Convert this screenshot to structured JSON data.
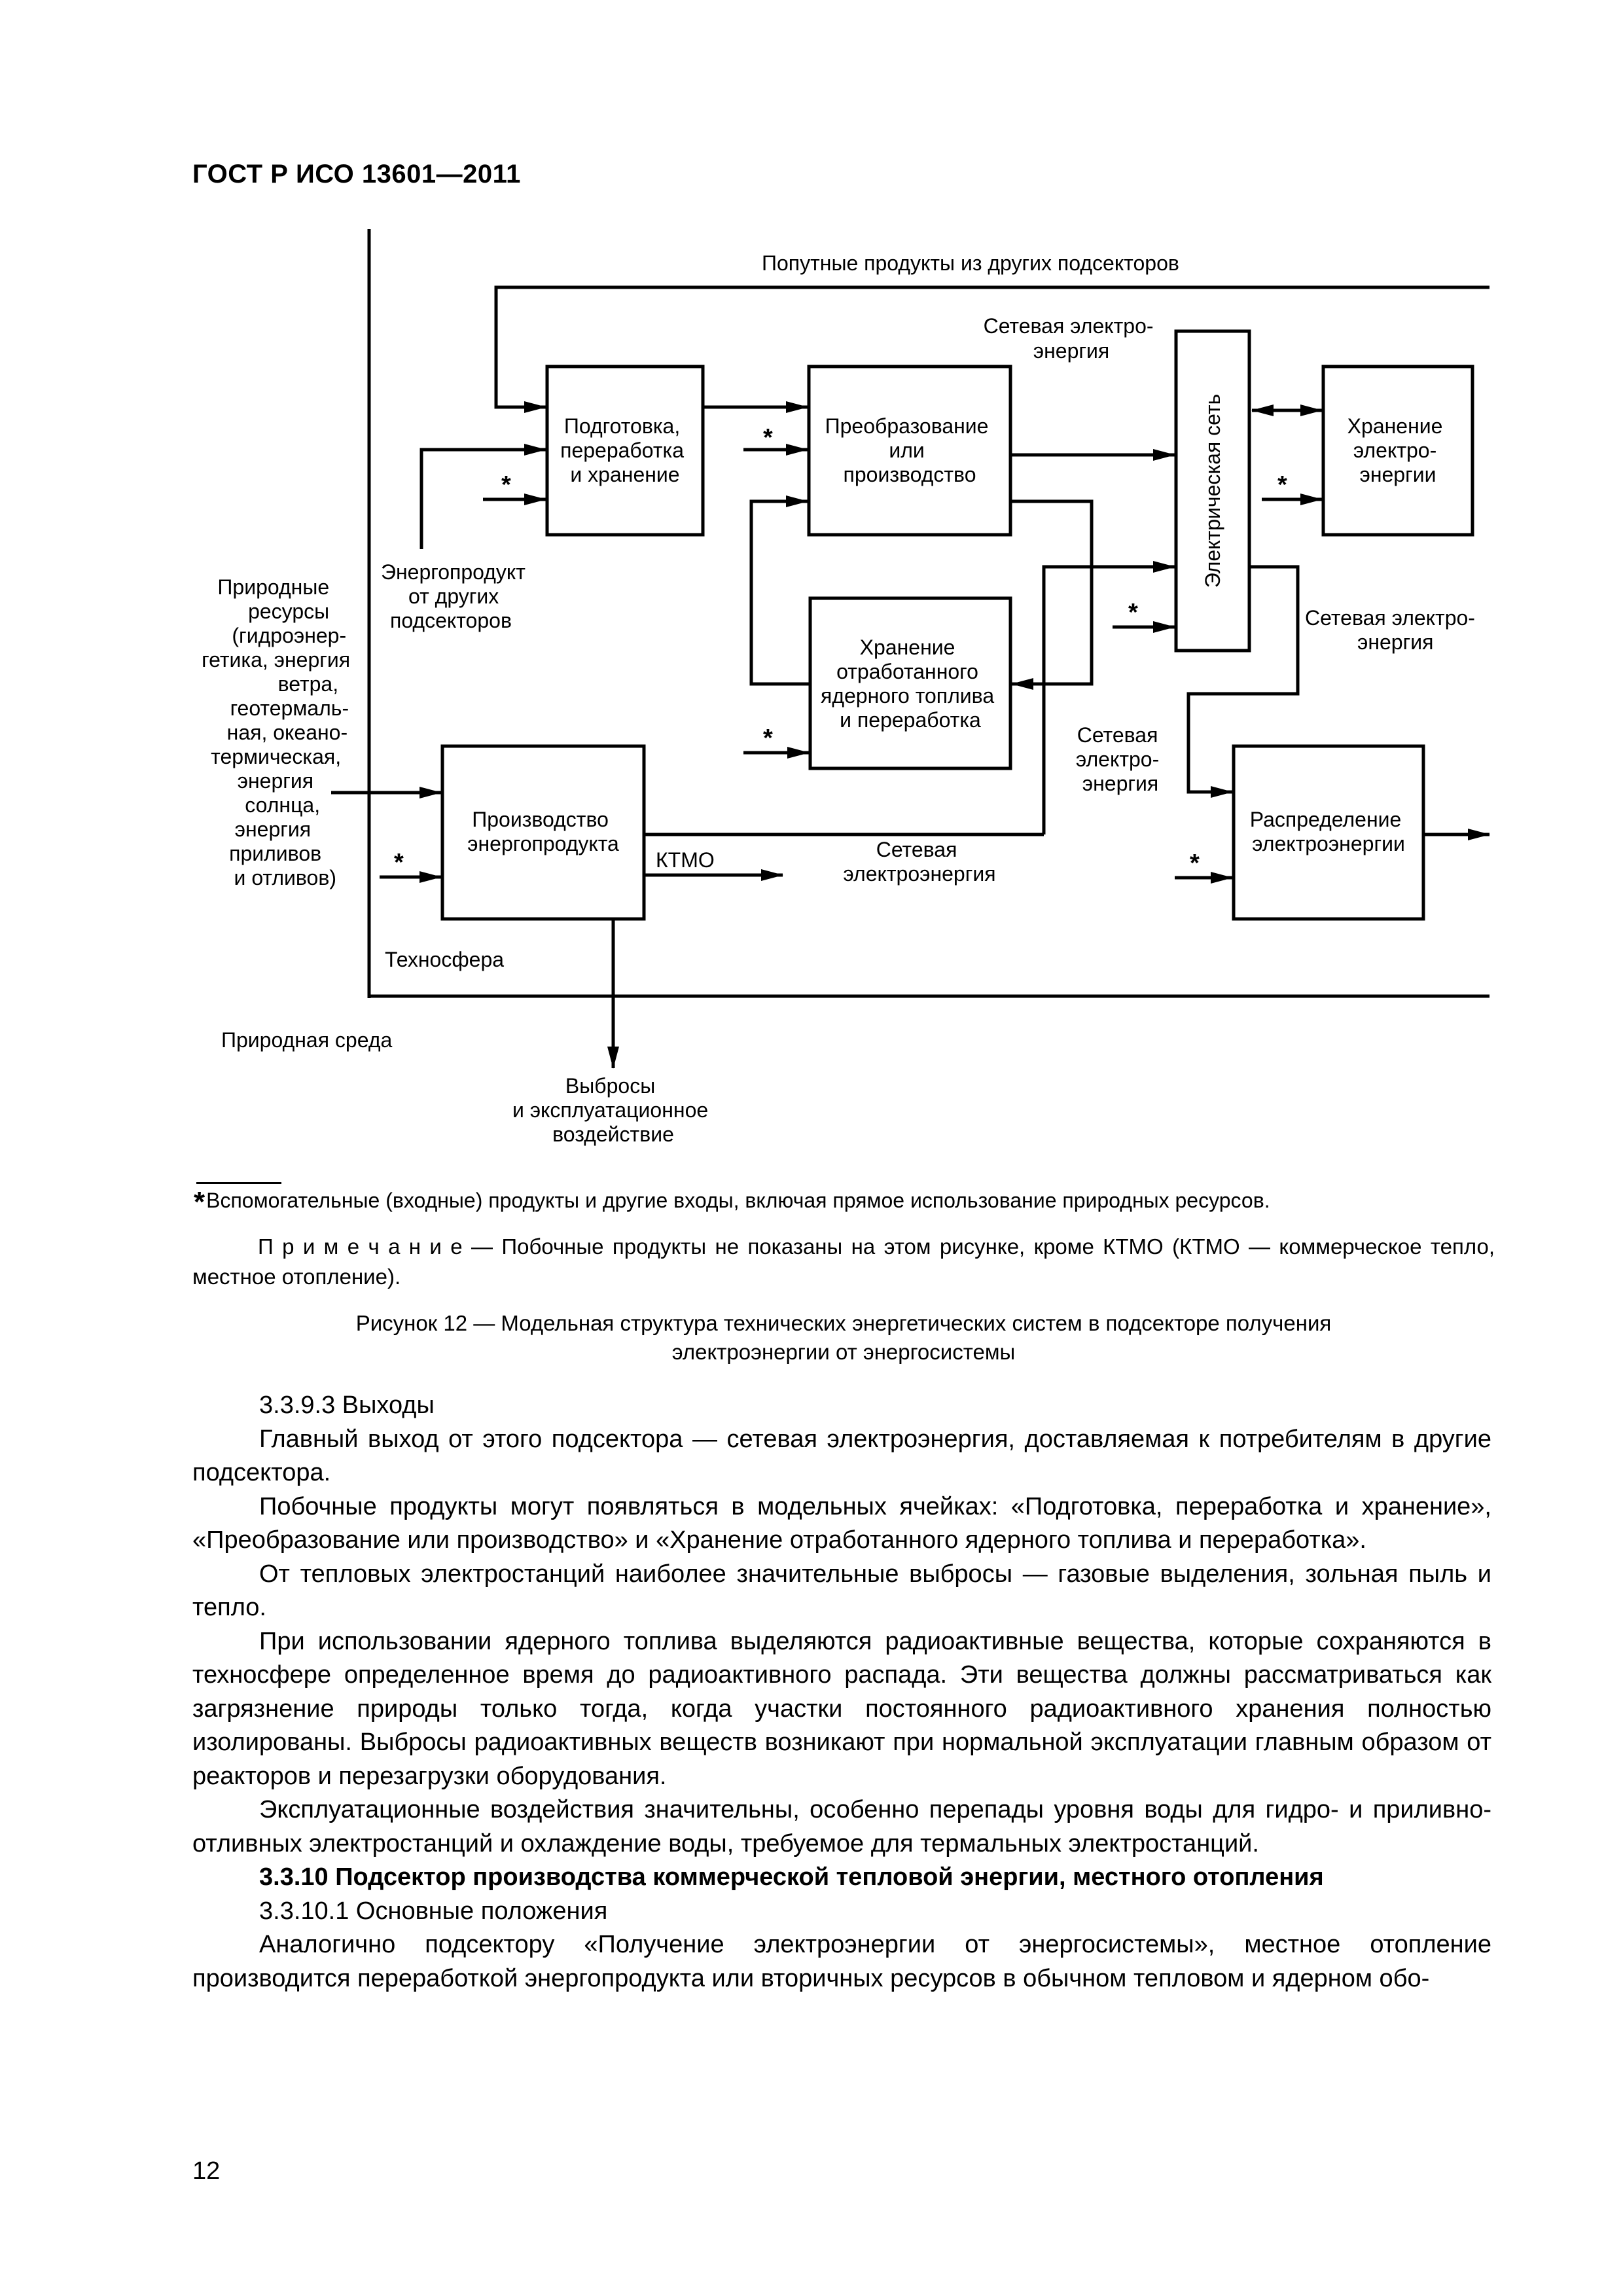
{
  "header": {
    "title": "ГОСТ Р ИСО 13601—2011"
  },
  "diagram": {
    "top_label": "Попутные продукты из других подсекторов",
    "grid_top_label": [
      "Сетевая электро-",
      "энергия"
    ],
    "box_prep": [
      "Подготовка,",
      "переработка",
      "и хранение"
    ],
    "box_conv": [
      "Преобразование",
      "или",
      "производство"
    ],
    "box_grid": "Электрическая сеть",
    "box_store_el": [
      "Хранение",
      "электро-",
      "энергии"
    ],
    "box_spent": [
      "Хранение",
      "отработанного",
      "ядерного топлива",
      "и переработка"
    ],
    "box_prod": [
      "Производство",
      "энергопродукта"
    ],
    "box_dist": [
      "Распределение",
      "электроэнергии"
    ],
    "energy_other": [
      "Энергопродукт",
      "от других",
      "подсекторов"
    ],
    "natural_res": [
      "Природные",
      "ресурсы",
      "(гидроэнер-",
      "гетика, энергия",
      "ветра,",
      "геотермаль-",
      "ная, океано-",
      "термическая,",
      "энергия",
      "солнца,",
      "энергия",
      "приливов",
      "и отливов)"
    ],
    "grid_right_label": [
      "Сетевая электро-",
      "энергия"
    ],
    "grid_mid_label": [
      "Сетевая",
      "электро-",
      "энергия"
    ],
    "ktmo": "КТМО",
    "prod_out_label": [
      "Сетевая",
      "электроэнергия"
    ],
    "technosphere": "Техносфера",
    "nature_env": "Природная среда",
    "emissions": [
      "Выбросы",
      "и эксплуатационное",
      "воздействие"
    ],
    "star": "*"
  },
  "footnote": {
    "star": "*",
    "text": "Вспомогательные (входные) продукты и другие входы, включая прямое использование природных ресурсов."
  },
  "note": {
    "label": "П р и м е ч а н и е",
    "text": " — Побочные продукты не показаны на этом рисунке, кроме КТМО (КТМО — коммерческое тепло, местное отопление)."
  },
  "caption": [
    "Рисунок 12 — Модельная структура технических энергетических систем в подсекторе получения",
    "электроэнергии от энергосистемы"
  ],
  "body": [
    {
      "text": "3.3.9.3 Выходы",
      "bold": false
    },
    {
      "text": "Главный выход от этого подсектора — сетевая электроэнергия, доставляемая к потребителям в другие подсектора.",
      "bold": false
    },
    {
      "text": "Побочные продукты могут появляться в модельных ячейках: «Подготовка, переработка и хранение», «Преобразование или производство» и «Хранение отработанного ядерного топлива и переработка».",
      "bold": false
    },
    {
      "text": "От тепловых электростанций наиболее значительные выбросы — газовые выделения, зольная пыль и тепло.",
      "bold": false
    },
    {
      "text": "При использовании ядерного топлива выделяются радиоактивные вещества, которые сохраняются в техносфере определенное время до радиоактивного распада. Эти вещества должны рассматриваться как загрязнение природы только тогда, когда участки постоянного радиоактивного хранения полностью изолированы. Выбросы радиоактивных веществ возникают при нормальной эксплуатации главным образом от реакторов и перезагрузки оборудования.",
      "bold": false
    },
    {
      "text": "Эксплуатационные воздействия значительны, особенно перепады уровня воды для гидро- и приливно-отливных электростанций и охлаждение воды, требуемое для термальных электростанций.",
      "bold": false
    },
    {
      "text": "3.3.10 Подсектор производства коммерческой тепловой энергии, местного отопления",
      "bold": true
    },
    {
      "text": "3.3.10.1 Основные положения",
      "bold": false
    },
    {
      "text": "Аналогично подсектору «Получение электроэнергии от энергосистемы», местное отопление производится переработкой энергопродукта или вторичных ресурсов в обычном тепловом и ядерном обо-",
      "bold": false
    }
  ],
  "page_number": "12"
}
